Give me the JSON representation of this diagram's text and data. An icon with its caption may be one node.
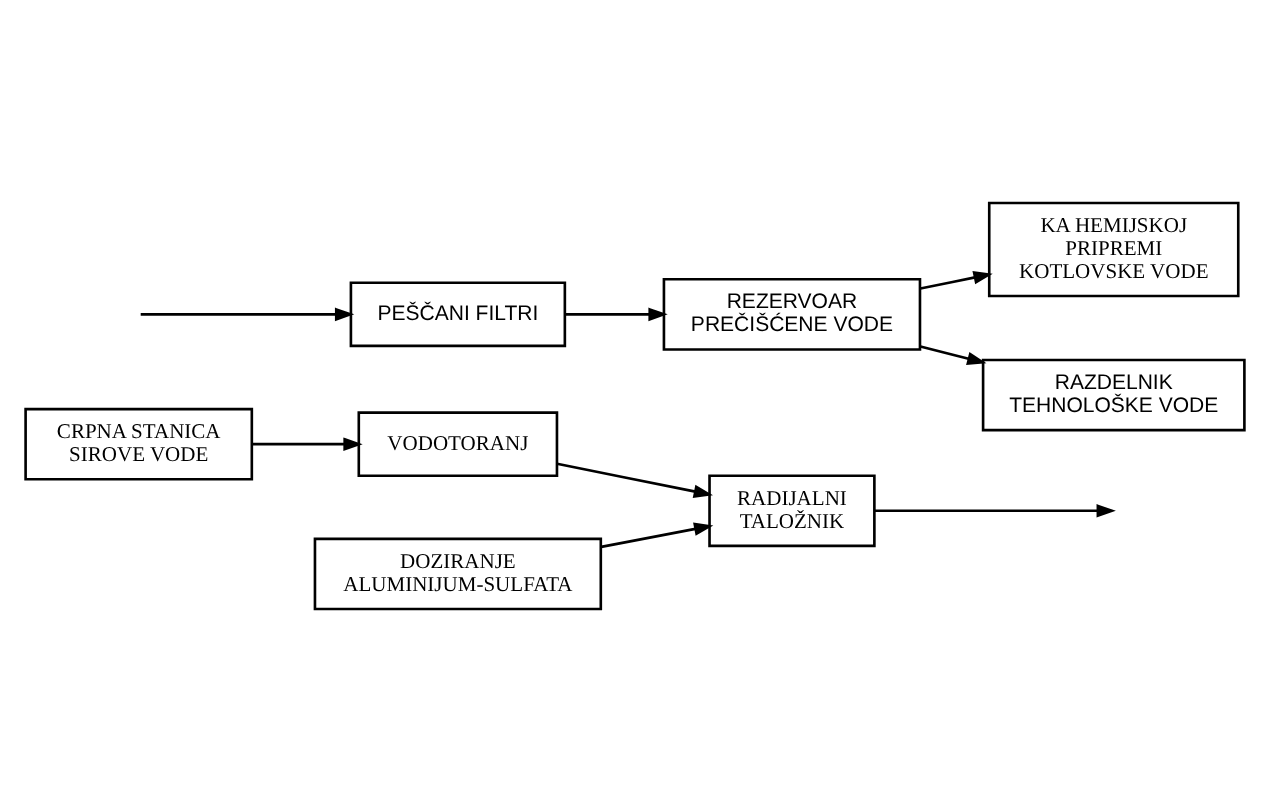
{
  "diagram": {
    "nodes": [
      {
        "text": [
          "CRPNA STANICA SIROVE VODE"
        ]
      },
      {
        "text": [
          "VODOTORANJ"
        ]
      },
      {
        "text": [
          "DOZIRANJE ALUMINIJUM-SULFATA"
        ]
      },
      {
        "text": [
          "RADIJALNI TALOŽNIK"
        ]
      },
      {
        "text": [
          "PEŠČANI FILTRI"
        ]
      },
      {
        "text": [
          "REZERVOAR PREČIŠĆENE VODE"
        ]
      },
      {
        "text": [
          "KA HEMIJSKOJ PRIPREMI KOTLOVSKE VODE"
        ]
      },
      {
        "text": [
          "RAZDELNIK TEHNOLOŠKE VODE"
        ]
      }
    ],
    "edges": [
      {
        "from": 0,
        "to": 1,
        "arrow": "to"
      },
      {
        "from": 1,
        "to": 3,
        "arrow": "to"
      },
      {
        "from": 2,
        "to": 3,
        "arrow": "to"
      },
      {
        "from": 3,
        "to": null,
        "arrow": "to"
      },
      {
        "from": null,
        "to": 4,
        "arrow": "to"
      },
      {
        "from": 4,
        "to": 5,
        "arrow": "to"
      },
      {
        "from": 5,
        "to": 6,
        "arrow": "to"
      },
      {
        "from": 5,
        "to": 7,
        "arrow": "to"
      }
    ]
  }
}
